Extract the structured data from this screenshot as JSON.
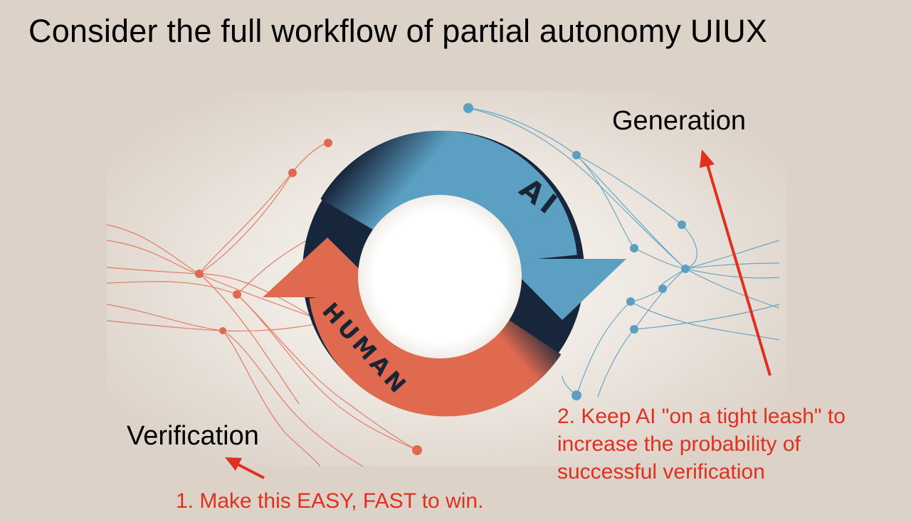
{
  "slide": {
    "title": "Consider the full workflow of partial autonomy UIUX"
  },
  "diagram": {
    "loop": {
      "top_arrow_label": "AI",
      "bottom_arrow_label": "HUMAN"
    },
    "labels": {
      "generation": "Generation",
      "verification": "Verification"
    },
    "notes": {
      "note_1": "1. Make this EASY, FAST to win.",
      "note_2_lines": [
        "2. Keep AI \"on a tight leash\" to",
        "increase the probability of",
        "successful verification"
      ]
    },
    "colors": {
      "background": "#dcd2c8",
      "ai_blue": "#5b9fc3",
      "human_orange": "#df6a50",
      "dark_navy": "#17263a",
      "annotation_red": "#e0301e"
    },
    "icons": [
      "arrow-up-red",
      "arrow-down-left-red"
    ]
  }
}
